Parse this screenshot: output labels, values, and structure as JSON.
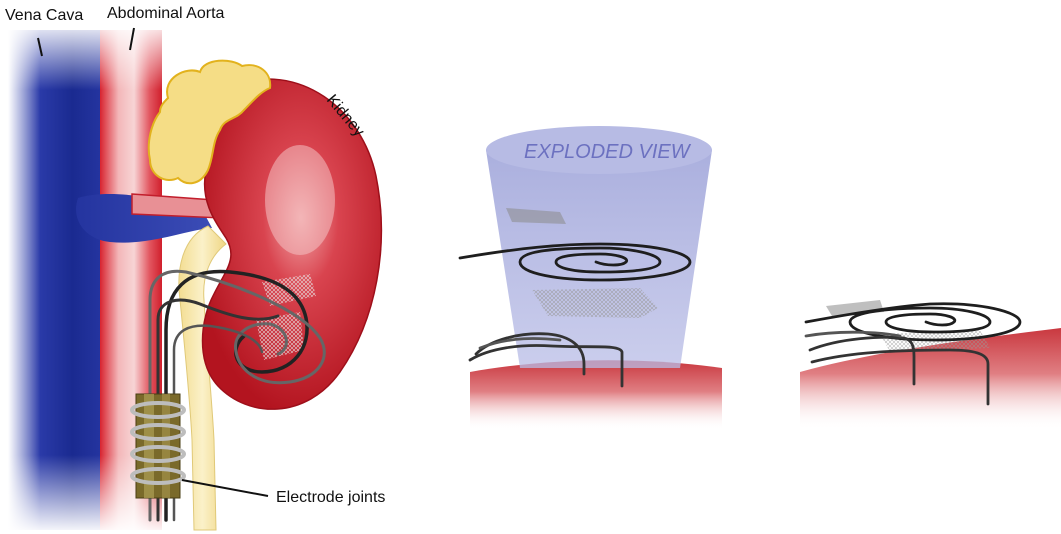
{
  "labels": {
    "vena_cava": "Vena Cava",
    "abdominal_aorta": "Abdominal Aorta",
    "kidney": "Kidney",
    "exploded_view": "EXPLODED VIEW",
    "electrode_joints": "Electrode joints"
  },
  "colors": {
    "vena_cava": "#1f2f9a",
    "aorta": "#cc1f2a",
    "kidney": "#c21e2c",
    "adrenal": "#f2d77a",
    "ureter": "#f7e7a8",
    "electrode_wire": "#222222",
    "tissue_surface": "#c9383f",
    "exploded_cone": "#a9aede"
  }
}
